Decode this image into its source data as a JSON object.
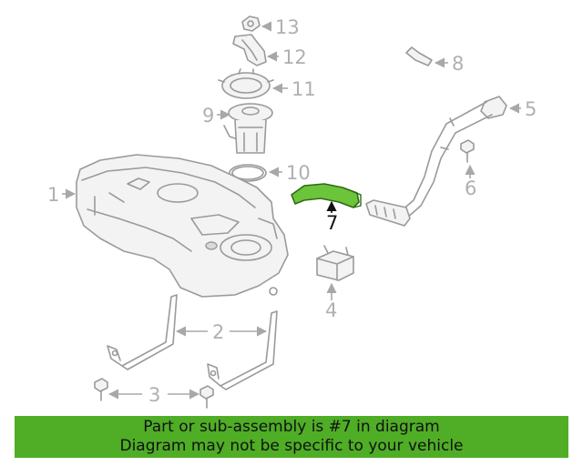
{
  "diagram": {
    "highlight_color": "#6cc43a",
    "callouts": [
      {
        "id": "1",
        "label": "1"
      },
      {
        "id": "2",
        "label": "2"
      },
      {
        "id": "3",
        "label": "3"
      },
      {
        "id": "4",
        "label": "4"
      },
      {
        "id": "5",
        "label": "5"
      },
      {
        "id": "6",
        "label": "6"
      },
      {
        "id": "7",
        "label": "7",
        "highlighted": true
      },
      {
        "id": "8",
        "label": "8"
      },
      {
        "id": "9",
        "label": "9"
      },
      {
        "id": "10",
        "label": "10"
      },
      {
        "id": "11",
        "label": "11"
      },
      {
        "id": "12",
        "label": "12"
      },
      {
        "id": "13",
        "label": "13"
      }
    ]
  },
  "banner": {
    "line1": "Part or sub-assembly is #7 in diagram",
    "line2": "Diagram may not be specific to your vehicle",
    "color": "#4fad26"
  }
}
